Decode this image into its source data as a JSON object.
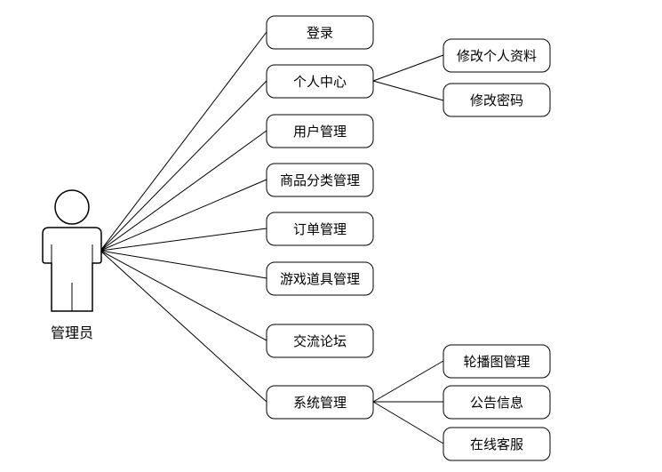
{
  "actor": {
    "label": "管理员"
  },
  "functions": {
    "login": "登录",
    "personal_center": "个人中心",
    "user_mgmt": "用户管理",
    "category_mgmt": "商品分类管理",
    "order_mgmt": "订单管理",
    "game_items_mgmt": "游戏道具管理",
    "forum": "交流论坛",
    "system_mgmt": "系统管理"
  },
  "personal_center_sub": {
    "edit_profile": "修改个人资料",
    "change_password": "修改密码"
  },
  "system_sub": {
    "carousel_mgmt": "轮播图管理",
    "announcements": "公告信息",
    "online_service": "在线客服"
  }
}
